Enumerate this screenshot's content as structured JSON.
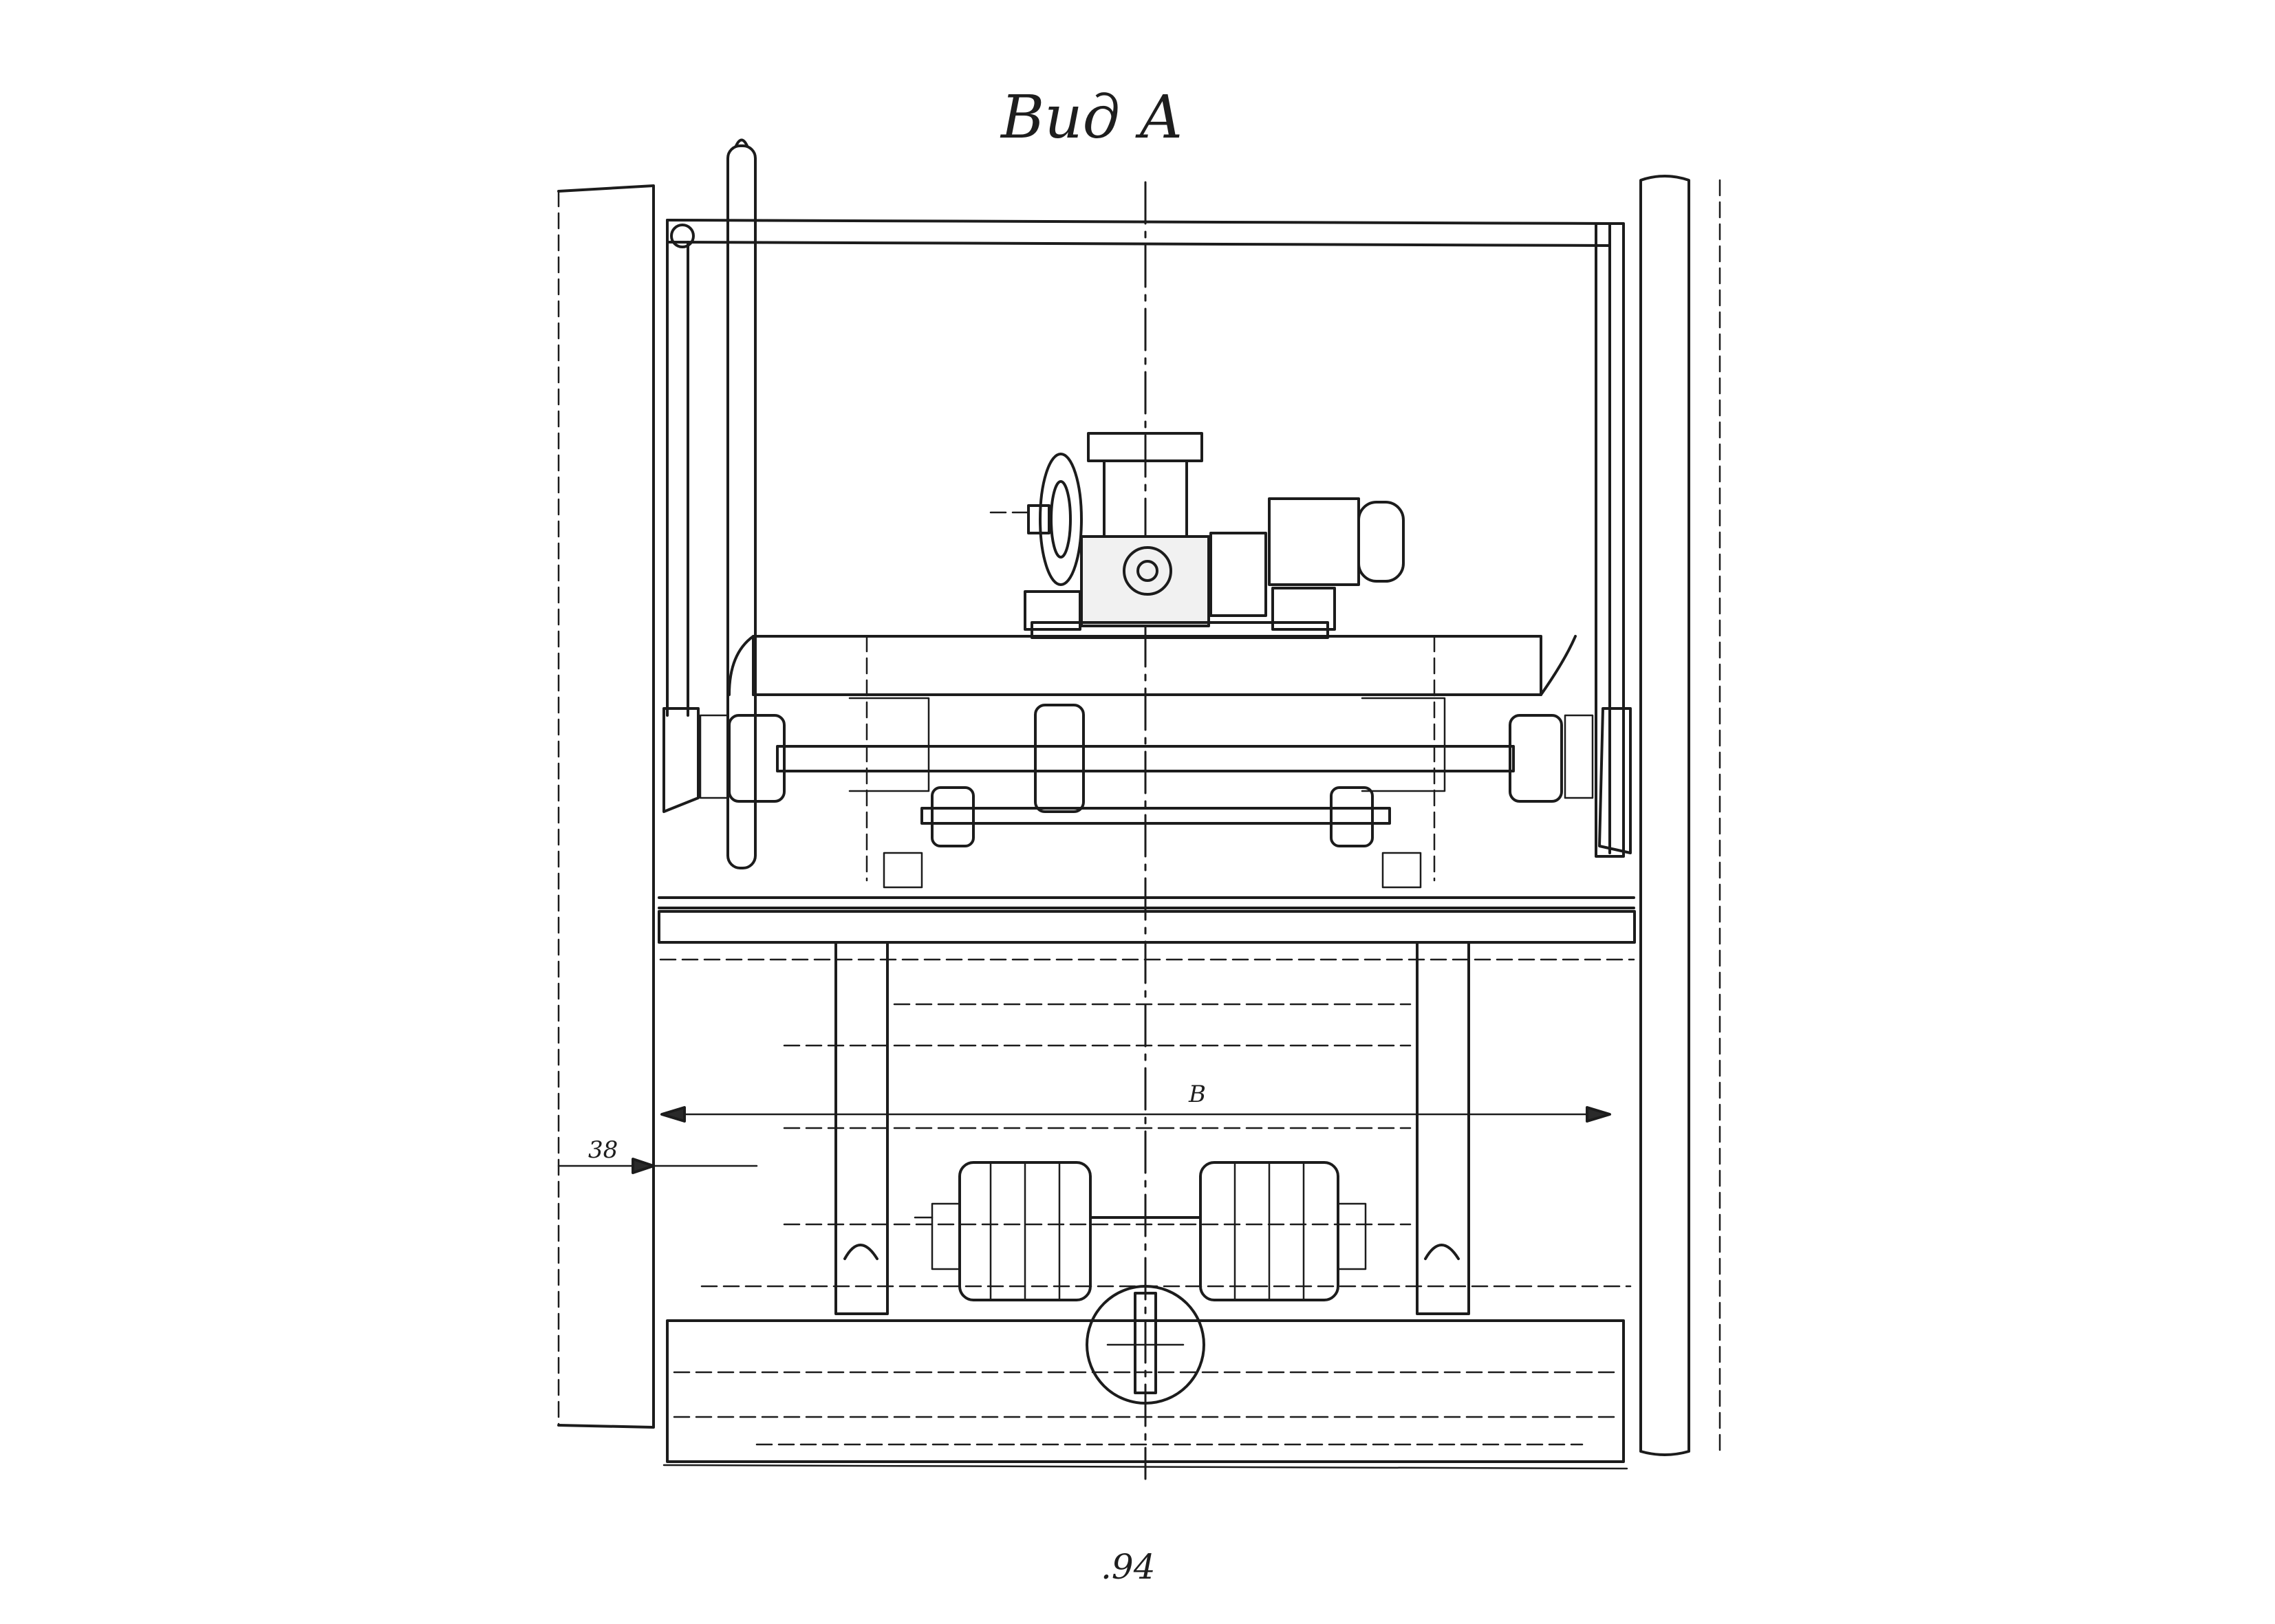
{
  "drawing": {
    "title": "Вид А",
    "page_number": ".94",
    "dimension_left": "38",
    "dimension_center": "В"
  },
  "colors": {
    "ink": "#1c1c1c",
    "paper": "#ffffff"
  }
}
